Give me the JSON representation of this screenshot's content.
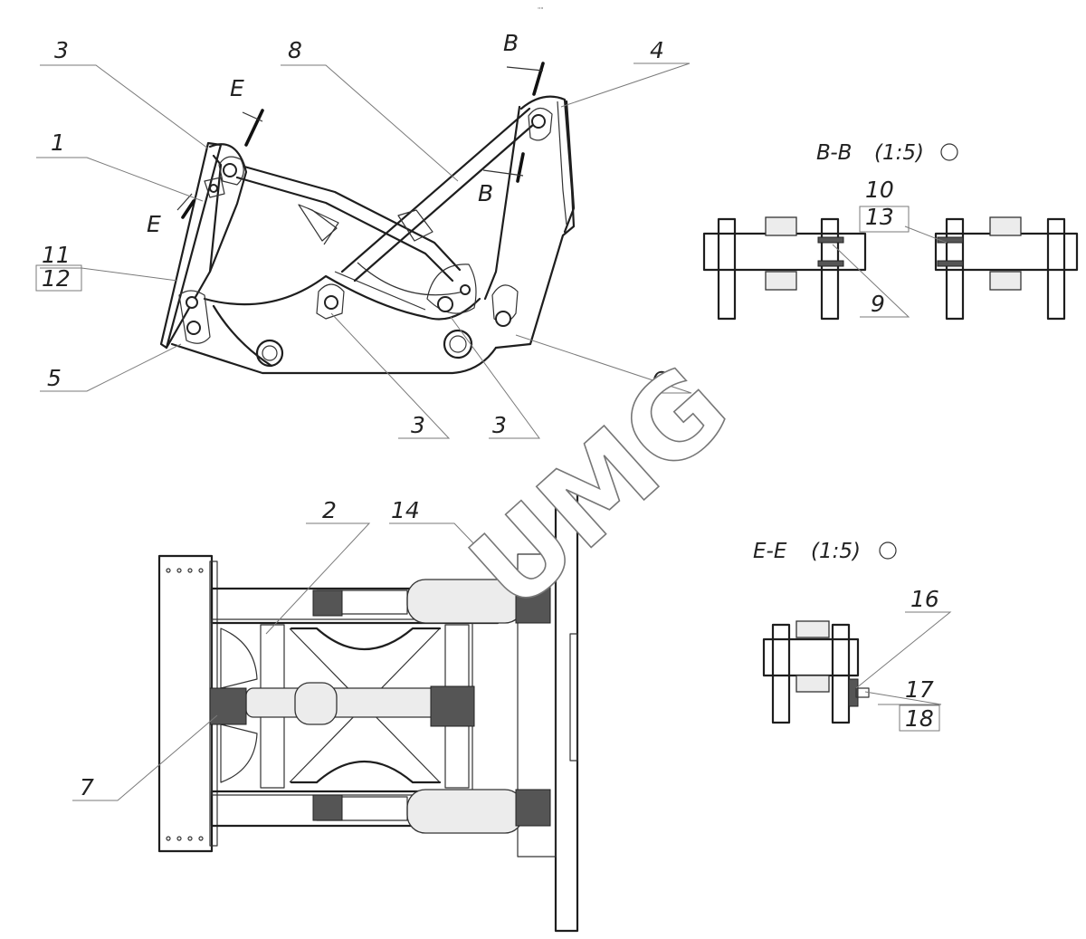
{
  "header_mark": "\"\"",
  "watermark": "UMG",
  "labels": {
    "l1": "1",
    "l2": "2",
    "l3a": "3",
    "l3b": "3",
    "l3c": "3",
    "l4": "4",
    "l5": "5",
    "l6": "6",
    "l7": "7",
    "l8": "8",
    "l9": "9",
    "l10": "10",
    "l11": "11",
    "l12": "12",
    "l13": "13",
    "l14": "14",
    "l16": "16",
    "l17": "17",
    "l18": "18"
  },
  "cut_marks": {
    "e_top": "E",
    "e_side": "E",
    "b_top": "B",
    "b_side": "B"
  },
  "sections": {
    "bb": {
      "title": "B-B",
      "scale": "(1:5)"
    },
    "ee": {
      "title": "E-E",
      "scale": "(1:5)"
    }
  }
}
